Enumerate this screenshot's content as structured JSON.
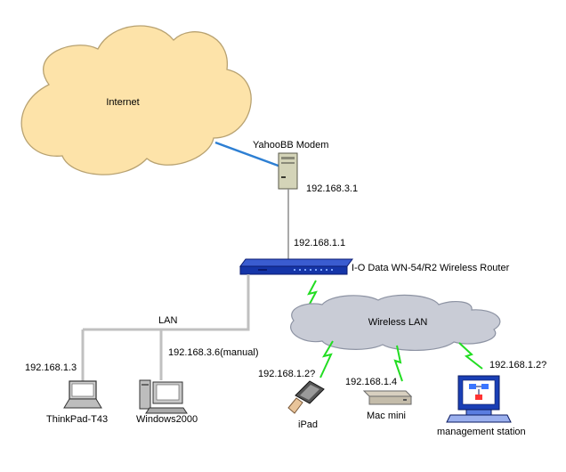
{
  "colors": {
    "background": "#ffffff",
    "cloud_fill": "#fde3a9",
    "cloud_stroke": "#b8a271",
    "wireless_cloud_fill": "#c9ccd6",
    "wireless_cloud_stroke": "#8d93a3",
    "wire": "#c0c0c0",
    "modem_link": "#2d7fd3",
    "router_body": "#1535a8",
    "wireless_bolt": "#22dd22"
  },
  "nodes": {
    "internet": {
      "label": "Internet",
      "icon": "cloud-icon"
    },
    "modem": {
      "label": "YahooBB Modem",
      "ip": "192.168.3.1",
      "icon": "tower-computer-icon"
    },
    "router": {
      "label": "I-O Data WN-54/R2 Wireless Router",
      "ip": "192.168.1.1",
      "icon": "router-icon"
    },
    "lan": {
      "label": "LAN"
    },
    "wireless_lan": {
      "label": "Wireless LAN",
      "icon": "cloud-icon"
    },
    "thinkpad": {
      "label": "ThinkPad-T43",
      "ip": "192.168.1.3",
      "icon": "laptop-icon"
    },
    "windows2000": {
      "label": "Windows2000",
      "ip": "192.168.3.6(manual)",
      "icon": "desktop-computer-icon"
    },
    "ipad": {
      "label": "iPad",
      "ip": "192.168.1.2?",
      "icon": "tablet-icon"
    },
    "mac_mini": {
      "label": "Mac mini",
      "ip": "192.168.1.4",
      "icon": "mac-mini-icon"
    },
    "management_station": {
      "label": "management station",
      "ip": "192.168.1.2?",
      "icon": "workstation-icon"
    }
  }
}
